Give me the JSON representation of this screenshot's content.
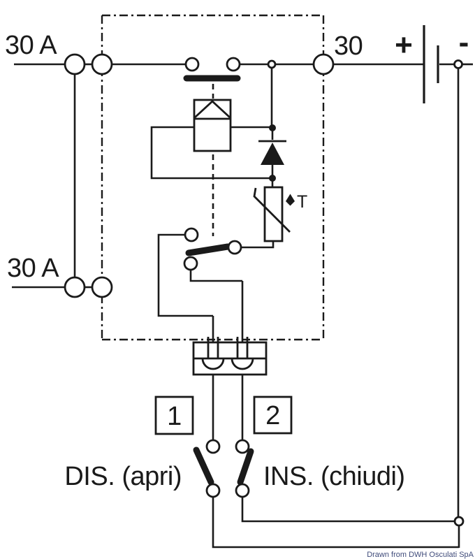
{
  "labels": {
    "fuse_top": "30 A",
    "fuse_bottom": "30 A",
    "terminal_30": "30",
    "battery_plus": "+",
    "battery_minus": "-",
    "thermistor": "T",
    "connector_pin_1": "1",
    "connector_pin_2": "2",
    "switch_open": "DIS. (apri)",
    "switch_close": "INS. (chiudi)",
    "credit": "Drawn from DWH Osculati SpA"
  },
  "colors": {
    "line": "#1a1a1a",
    "background": "#ffffff",
    "credit_text": "#3f4b7a"
  }
}
